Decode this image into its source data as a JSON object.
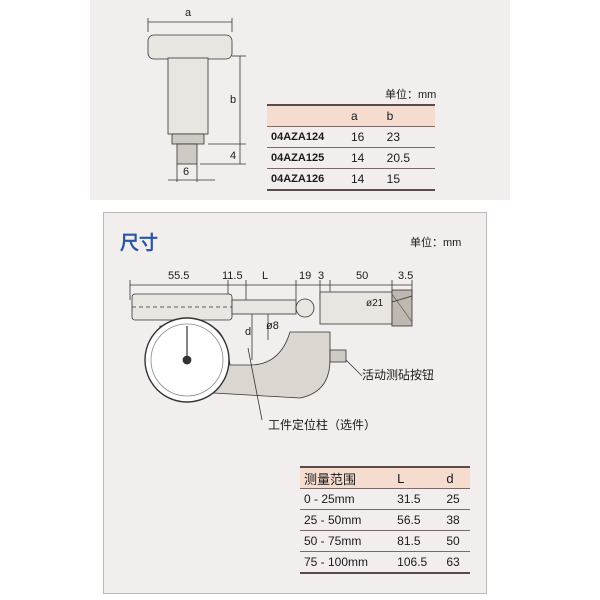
{
  "top_drawing": {
    "dim_a": "a",
    "dim_b": "b",
    "dim_4": "4",
    "dim_6": "6"
  },
  "top_table": {
    "unit": "单位：mm",
    "headers": [
      "",
      "a",
      "b"
    ],
    "rows": [
      [
        "04AZA124",
        "16",
        "23"
      ],
      [
        "04AZA125",
        "14",
        "20.5"
      ],
      [
        "04AZA126",
        "14",
        "15"
      ]
    ]
  },
  "main": {
    "title": "尺寸",
    "unit": "单位：mm",
    "dims": {
      "d55": "55.5",
      "d11": "11.5",
      "dL": "L",
      "d19": "19",
      "d3a": "3",
      "d50": "50",
      "d35": "3.5",
      "d_d": "d",
      "d_phi8": "ø8",
      "d_phi21": "ø21"
    },
    "callouts": {
      "button": "活动测砧按钮",
      "post": "工件定位柱（选件）"
    },
    "table": {
      "headers": [
        "测量范围",
        "L",
        "d"
      ],
      "rows": [
        [
          "0 - 25mm",
          "31.5",
          "25"
        ],
        [
          "25 - 50mm",
          "56.5",
          "38"
        ],
        [
          "50 - 75mm",
          "81.5",
          "50"
        ],
        [
          "75 - 100mm",
          "106.5",
          "63"
        ]
      ]
    }
  }
}
